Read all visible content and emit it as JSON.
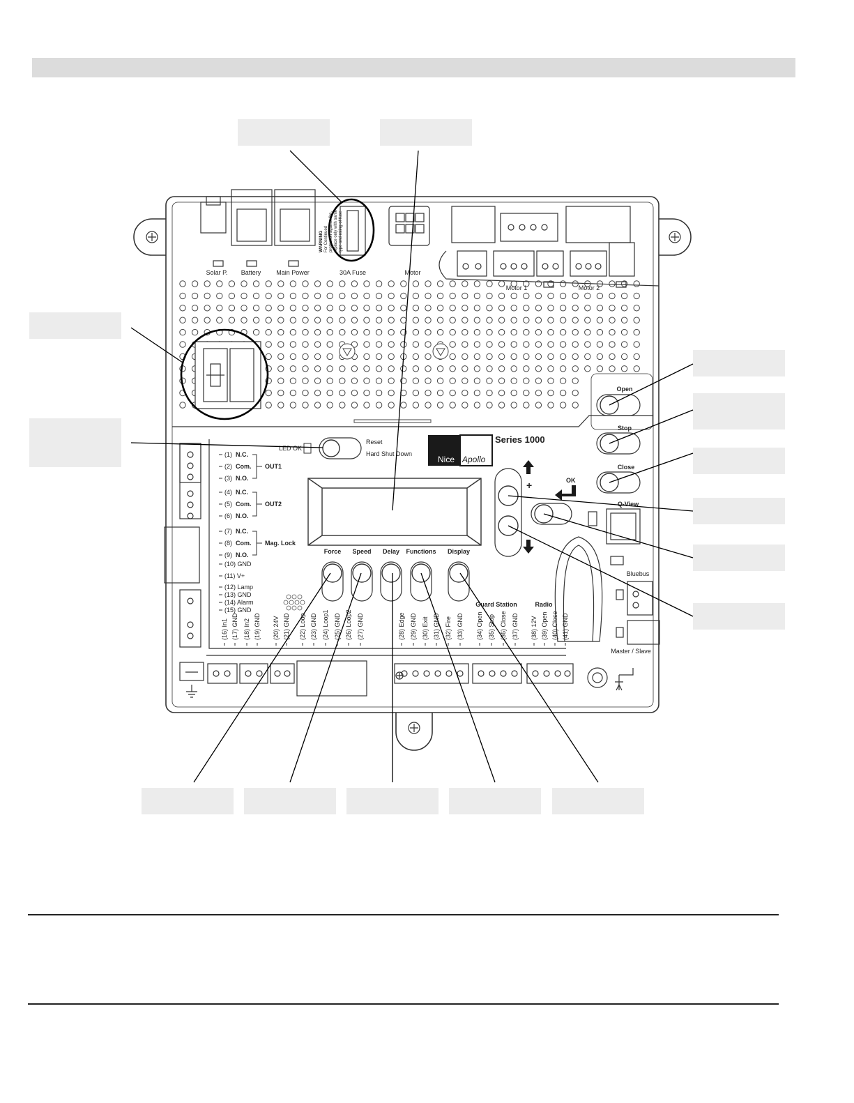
{
  "board": {
    "top_connectors": {
      "solar": "Solar P.",
      "battery": "Battery",
      "main_power": "Main Power",
      "fuse": "30A Fuse",
      "motor": "Motor",
      "motor1": "Motor 1",
      "motor2": "Motor 2"
    },
    "warning": {
      "title": "WARNING",
      "line1": "For Continued",
      "line2": "protection against fire,",
      "line3": "replace only with same",
      "line4": "type and rating of fuse"
    },
    "led_ok": "LED OK",
    "reset": "Reset",
    "hard_shutdown": "Hard Shut Down",
    "brand": {
      "nice": "Nice",
      "apollo": "Apollo",
      "series": "Series 1000"
    },
    "side_buttons": {
      "open": "Open",
      "stop": "Stop",
      "close": "Close",
      "qview": "Q-View"
    },
    "nav": {
      "plus": "+",
      "ok": "OK"
    },
    "buttons": {
      "force": "Force",
      "speed": "Speed",
      "delay": "Delay",
      "functions": "Functions",
      "display": "Display"
    },
    "relays": {
      "out1": "OUT1",
      "out2": "OUT2",
      "mag_lock": "Mag. Lock",
      "terminals": [
        {
          "num": "(1)",
          "label": "N.C."
        },
        {
          "num": "(2)",
          "label": "Com."
        },
        {
          "num": "(3)",
          "label": "N.O."
        },
        {
          "num": "(4)",
          "label": "N.C."
        },
        {
          "num": "(5)",
          "label": "Com."
        },
        {
          "num": "(6)",
          "label": "N.O."
        },
        {
          "num": "(7)",
          "label": "N.C."
        },
        {
          "num": "(8)",
          "label": "Com."
        },
        {
          "num": "(9)",
          "label": "N.O."
        }
      ]
    },
    "power_terminals": [
      "(10) GND",
      "(11) V+",
      "(12) Lamp",
      "(13) GND",
      "(14) Alarm",
      "(15) GND"
    ],
    "bottom_terminals": [
      "(16) In1",
      "(17) GND",
      "(18) In2",
      "(19) GND",
      "(20) 24V",
      "(21) GND",
      "(22) Loop",
      "(23) GND",
      "(24) Loop1",
      "(25) GND",
      "(26) Loop2",
      "(27) GND",
      "(28) Edge",
      "(29) GND",
      "(30) Exit",
      "(31) GND",
      "(32) Fire",
      "(33) GND",
      "(34) Open",
      "(35) Stop",
      "(36) Close",
      "(37) GND",
      "(38) 12V",
      "(39) Open",
      "(40) Close",
      "(41) GND"
    ],
    "guard_station": "Guard Station",
    "radio": "Radio",
    "bluebus": "Bluebus",
    "master_slave": "Master / Slave"
  }
}
